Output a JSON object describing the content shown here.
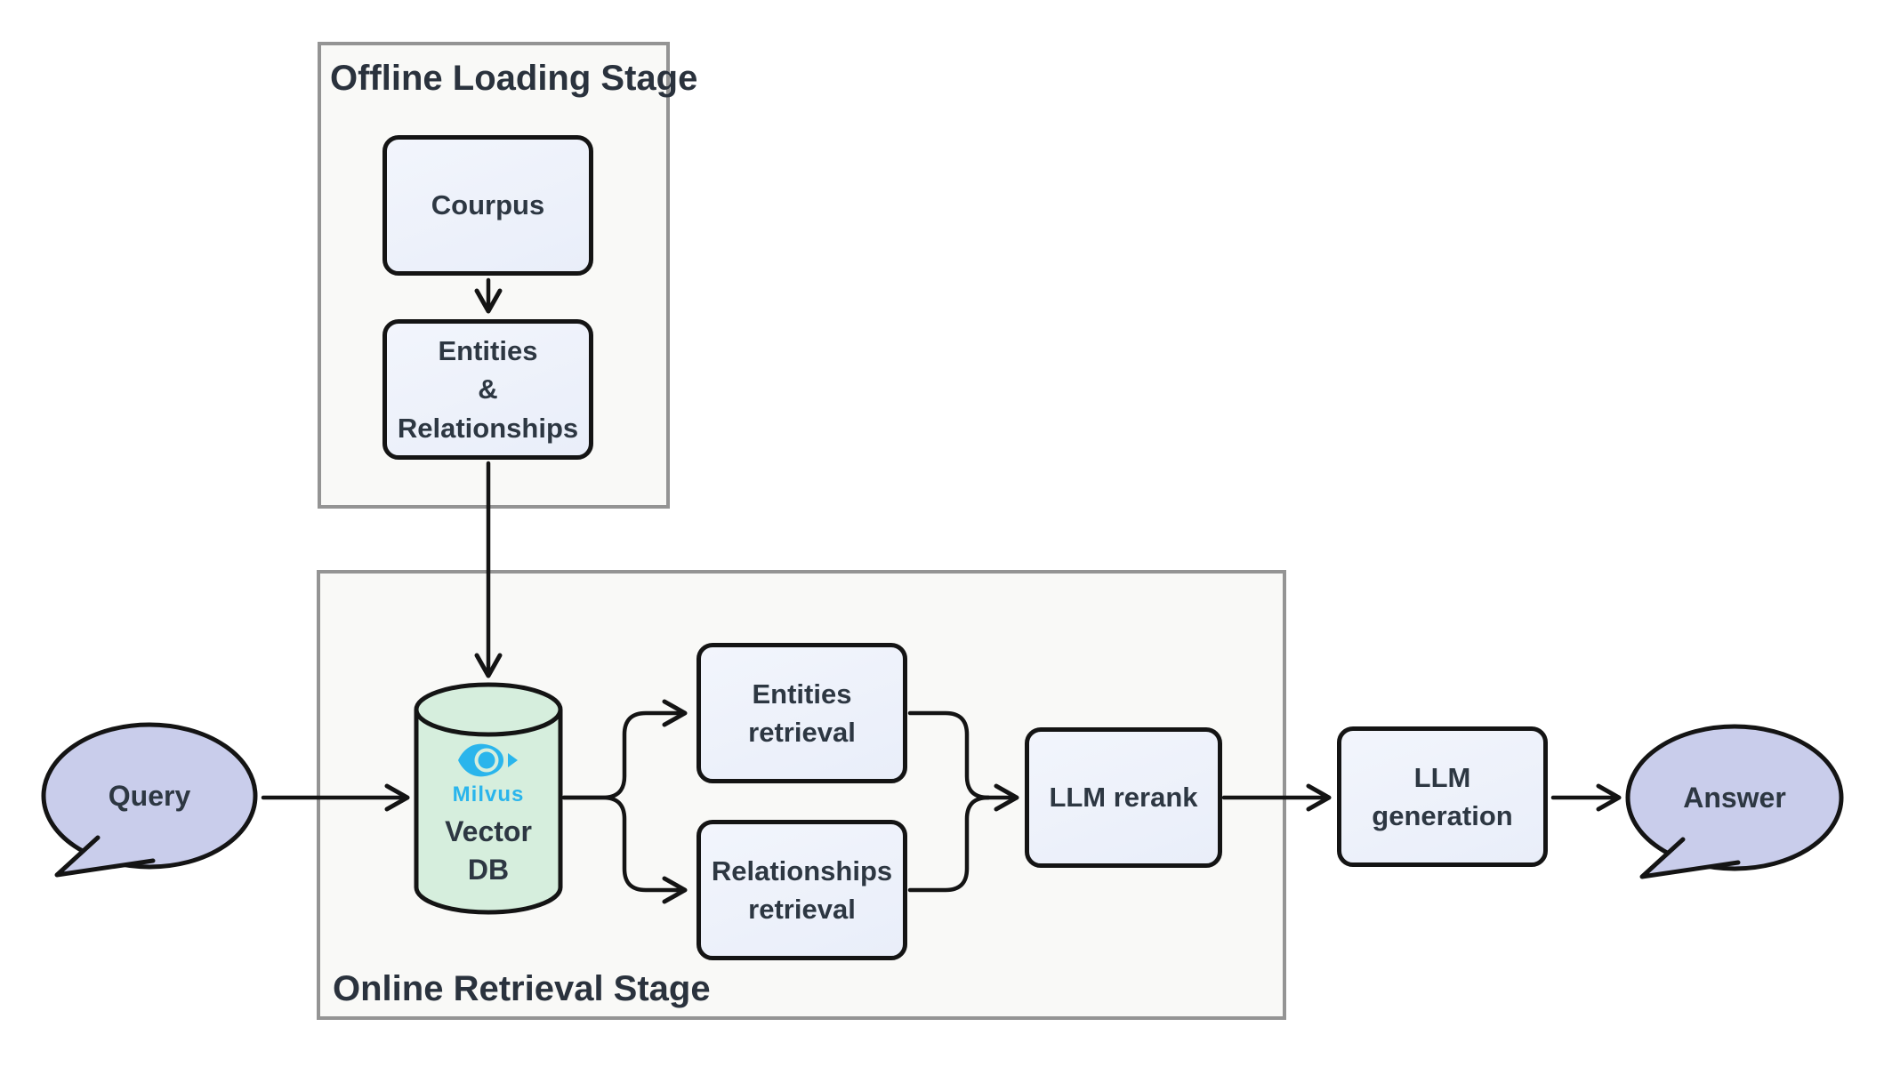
{
  "diagram": {
    "offline_stage": {
      "title": "Offline Loading Stage",
      "corpus_label": "Courpus",
      "entities_relationships_label": "Entities\n&\nRelationships"
    },
    "online_stage": {
      "title": "Online Retrieval Stage",
      "vector_db": {
        "brand": "Milvus",
        "label": "Vector\nDB"
      },
      "entities_retrieval_label": "Entities\nretrieval",
      "relationships_retrieval_label": "Relationships\nretrieval",
      "llm_rerank_label": "LLM rerank"
    },
    "llm_generation_label": "LLM generation",
    "query_label": "Query",
    "answer_label": "Answer",
    "edges": [
      {
        "from": "Courpus",
        "to": "Entities & Relationships"
      },
      {
        "from": "Entities & Relationships",
        "to": "Milvus Vector DB"
      },
      {
        "from": "Query",
        "to": "Milvus Vector DB"
      },
      {
        "from": "Milvus Vector DB",
        "to": "Entities retrieval"
      },
      {
        "from": "Milvus Vector DB",
        "to": "Relationships retrieval"
      },
      {
        "from": "Entities retrieval",
        "to": "LLM rerank"
      },
      {
        "from": "Relationships retrieval",
        "to": "LLM rerank"
      },
      {
        "from": "LLM rerank",
        "to": "LLM generation"
      },
      {
        "from": "LLM generation",
        "to": "Answer"
      }
    ],
    "colors": {
      "node_fill": "#edf1fa",
      "node_border": "#141414",
      "container_fill": "#f9f9f7",
      "container_border": "#949494",
      "bubble_fill": "#c9cdeb",
      "cylinder_fill": "#d6eedd",
      "milvus_blue": "#2ab5ec",
      "text": "#2d3742",
      "arrow": "#141414"
    }
  }
}
